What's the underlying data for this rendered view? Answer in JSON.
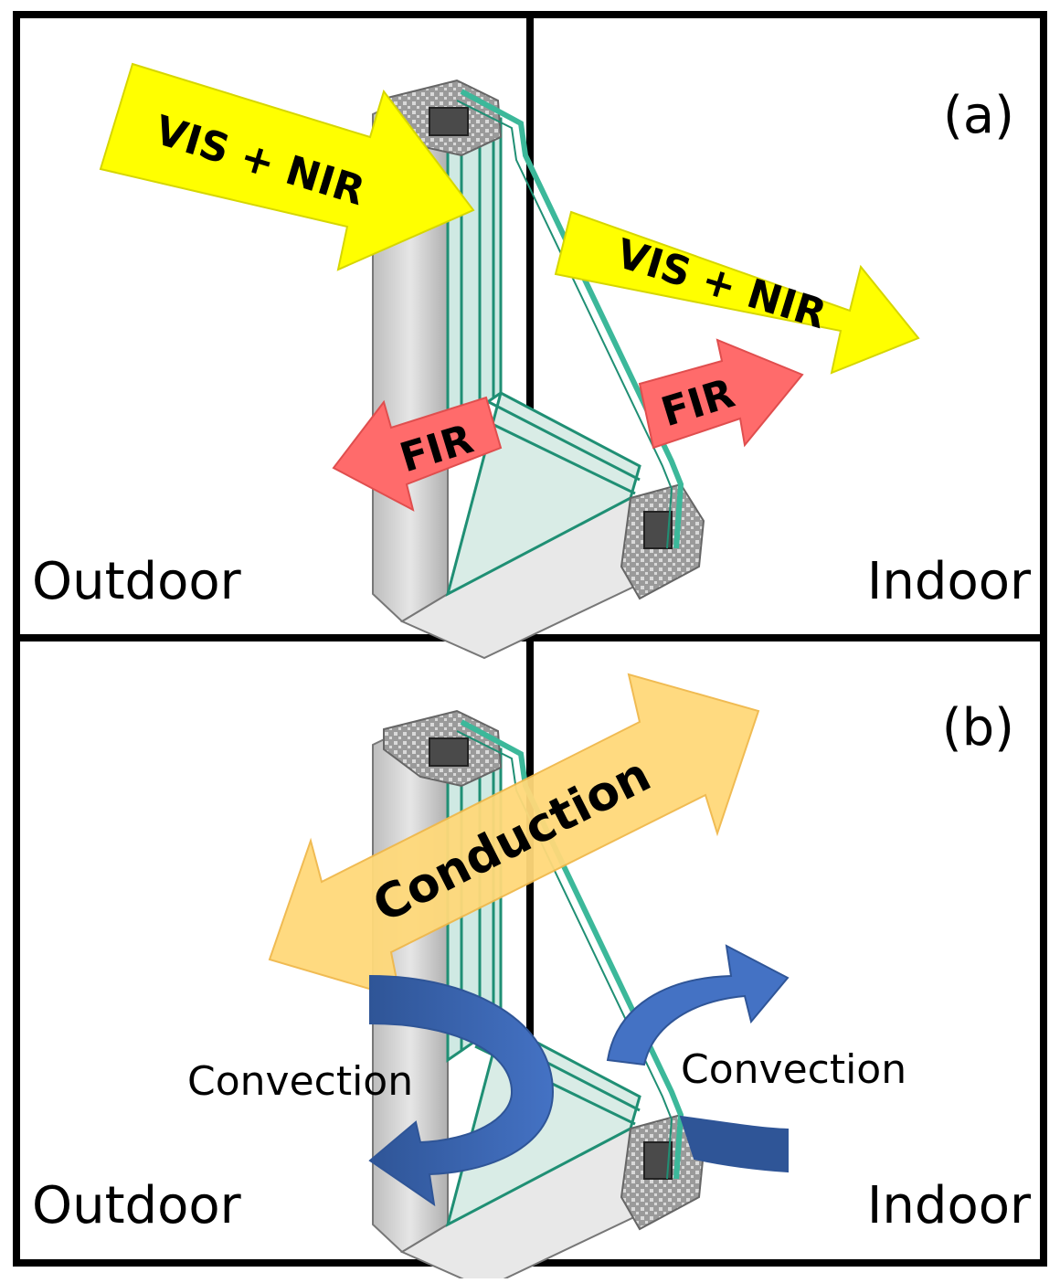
{
  "panels": [
    {
      "tag": "(a)",
      "left_label": "Outdoor",
      "right_label": "Indoor",
      "arrows": {
        "incoming": "VIS + NIR",
        "transmitted": "VIS + NIR",
        "emission_out": "FIR",
        "emission_in": "FIR"
      }
    },
    {
      "tag": "(b)",
      "left_label": "Outdoor",
      "right_label": "Indoor",
      "arrows": {
        "conduction": "Conduction",
        "convection_out": "Convection",
        "convection_in": "Convection"
      }
    }
  ],
  "colors": {
    "vis_nir_arrow": "#ffff00",
    "fir_arrow": "#ff6b6b",
    "conduction_arrow": "#ffd97a",
    "convection_arrow": "#4472c4",
    "glass_pane": "#3cb89a",
    "frame": "#c8c8c8",
    "divider": "#000000"
  },
  "icons": [
    "window-frame-icon"
  ]
}
